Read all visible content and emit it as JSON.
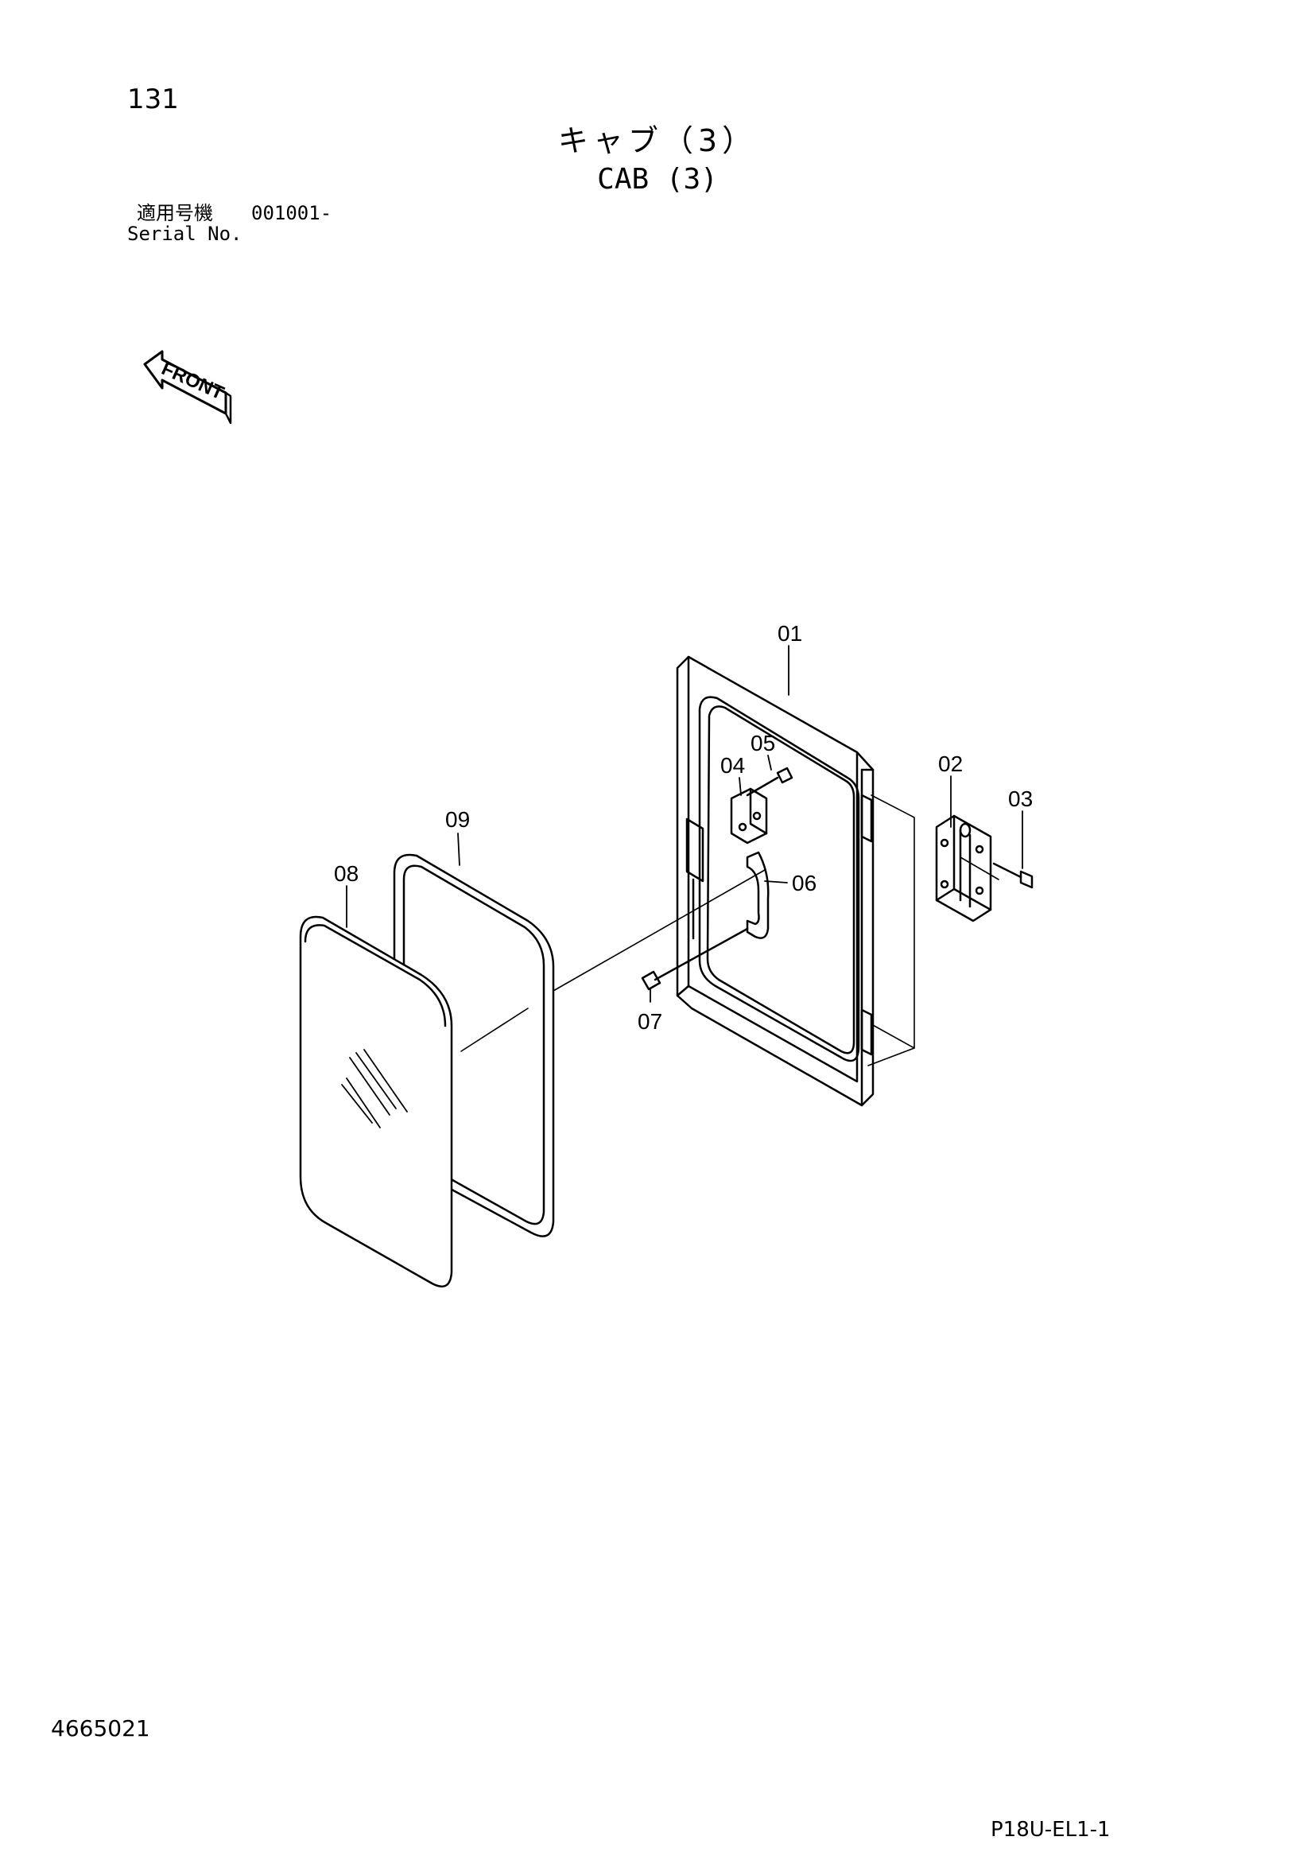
{
  "header": {
    "page_number": "131",
    "title_jp": "キャブ（3）",
    "title_en": "CAB (3)",
    "serial_label_jp": "適用号機",
    "serial_value": "001001-",
    "serial_label_en": "Serial No."
  },
  "front_arrow": {
    "label": "FRONT"
  },
  "callouts": [
    "01",
    "02",
    "03",
    "04",
    "05",
    "06",
    "07",
    "08",
    "09"
  ],
  "footer": {
    "drawing_number": "4665021",
    "model_code": "P18U-EL1-1"
  }
}
